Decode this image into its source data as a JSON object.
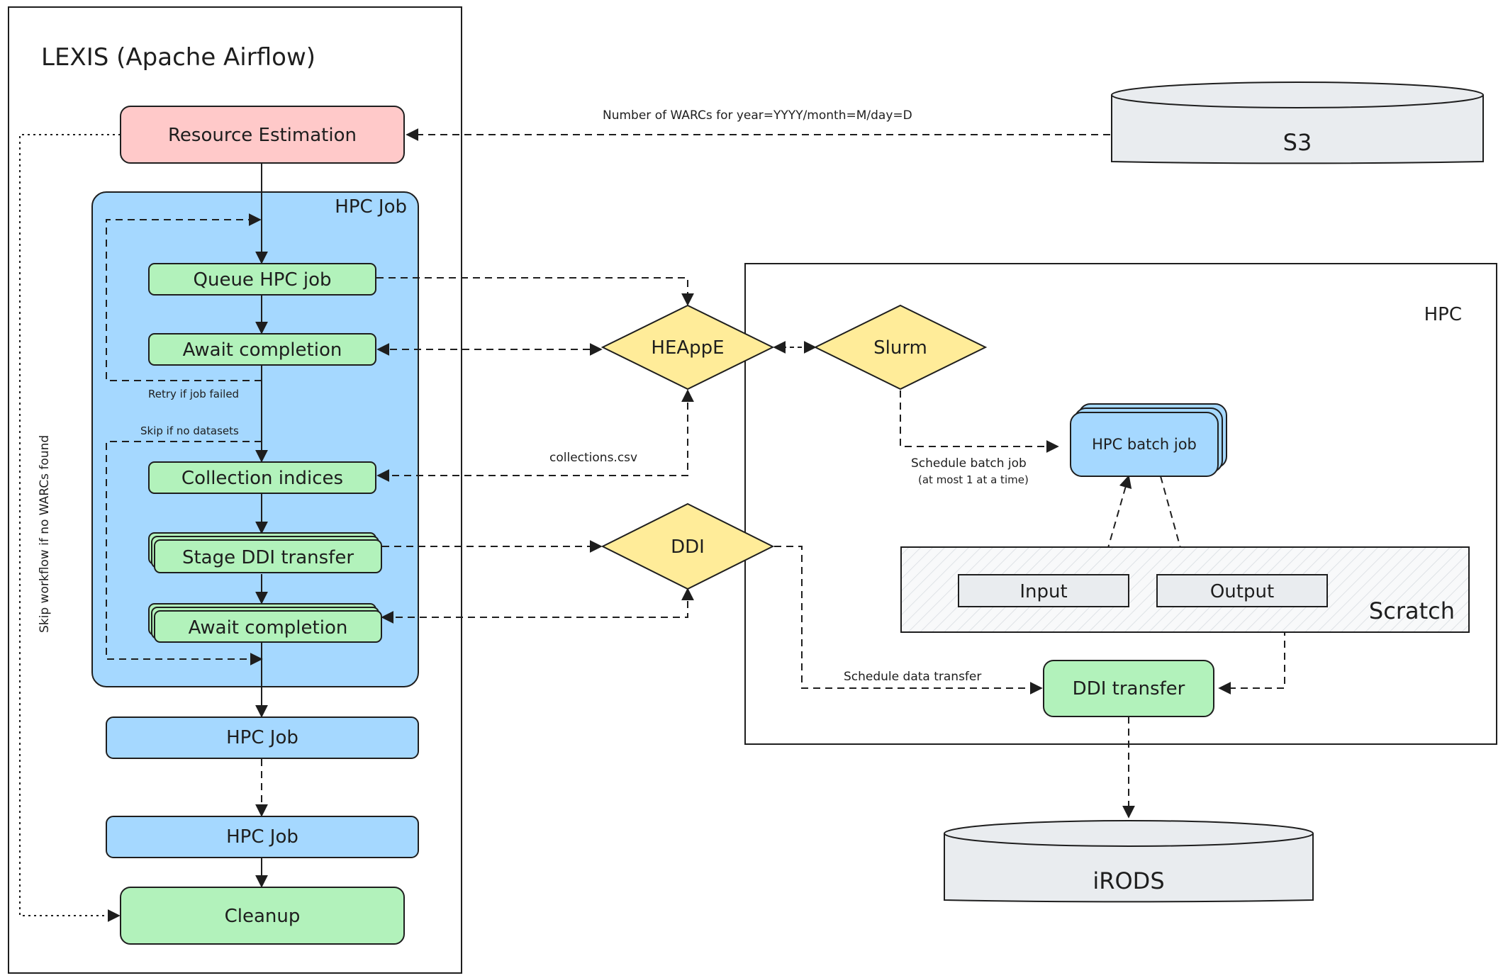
{
  "lexis": {
    "title": "LEXIS (Apache Airflow)",
    "resource_estimation": "Resource Estimation",
    "hpc_job_group_label": "HPC Job",
    "queue_hpc_job": "Queue HPC job",
    "await_completion_1": "Await completion",
    "retry_note": "Retry if job failed",
    "skip_datasets_note": "Skip if no datasets",
    "collection_indices": "Collection indices",
    "stage_ddi_transfer": "Stage DDI transfer",
    "await_completion_2": "Await completion",
    "hpc_job_2": "HPC Job",
    "hpc_job_3": "HPC Job",
    "cleanup": "Cleanup",
    "skip_workflow_note": "Skip workflow if no WARCs found"
  },
  "middle": {
    "warcs_label": "Number of WARCs for year=YYYY/month=M/day=D",
    "heappe": "HEAppE",
    "collections_csv": "collections.csv",
    "ddi": "DDI",
    "schedule_data_transfer": "Schedule data transfer"
  },
  "storage": {
    "s3": "S3",
    "irods": "iRODS"
  },
  "hpc": {
    "title": "HPC",
    "slurm": "Slurm",
    "schedule_batch_job": "Schedule batch job",
    "at_most_one": "(at most 1 at a time)",
    "hpc_batch_job": "HPC batch job",
    "input": "Input",
    "output": "Output",
    "scratch": "Scratch",
    "ddi_transfer": "DDI transfer"
  },
  "colors": {
    "pink": "#ffc9c9",
    "green": "#b2f2bb",
    "blue": "#a5d8ff",
    "yellow": "#ffec99",
    "gray": "#e9ecef",
    "stroke": "#1e1e1e"
  }
}
